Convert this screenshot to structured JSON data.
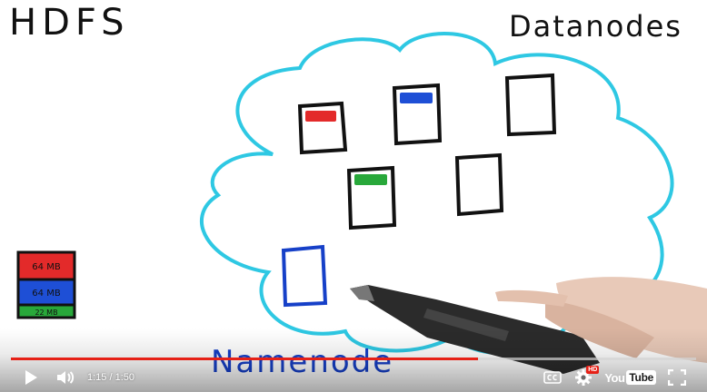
{
  "video": {
    "title_text": "HDFS",
    "datanodes_text": "Datanodes",
    "namenode_text": "Namenode",
    "block_labels": [
      "64 MB",
      "64 MB",
      "22 MB"
    ],
    "colors": {
      "cloud": "#2ec8e3",
      "red_block": "#e32a2a",
      "blue_block": "#1e4fd6",
      "green_block": "#28a83a",
      "namenode": "#1640c8",
      "progress": "#e62117"
    }
  },
  "player": {
    "time_display": "1:15 / 1:50",
    "progress_fraction": 0.682,
    "hd_badge": "HD",
    "logo_you": "You",
    "logo_tube": "Tube",
    "icons": {
      "play": "play-icon",
      "volume": "volume-icon",
      "captions": "captions-icon",
      "settings": "gear-icon",
      "fullscreen": "fullscreen-icon"
    }
  }
}
